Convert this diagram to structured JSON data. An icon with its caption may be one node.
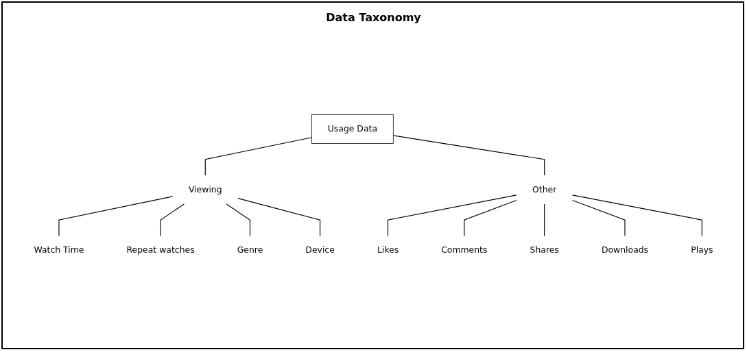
{
  "diagram": {
    "title": "Data Taxonomy",
    "nodes": [
      {
        "text": [
          "Usage Data"
        ]
      },
      {
        "text": [
          "Viewing"
        ]
      },
      {
        "text": [
          "Other"
        ]
      },
      {
        "text": [
          "Watch Time"
        ]
      },
      {
        "text": [
          "Repeat watches"
        ]
      },
      {
        "text": [
          "Genre"
        ]
      },
      {
        "text": [
          "Device"
        ]
      },
      {
        "text": [
          "Likes"
        ]
      },
      {
        "text": [
          "Comments"
        ]
      },
      {
        "text": [
          "Shares"
        ]
      },
      {
        "text": [
          "Downloads"
        ]
      },
      {
        "text": [
          "Plays"
        ]
      }
    ],
    "edges": [
      {
        "from": 0,
        "to": 1,
        "arrow": "none"
      },
      {
        "from": 0,
        "to": 2,
        "arrow": "none"
      },
      {
        "from": 1,
        "to": 3,
        "arrow": "none"
      },
      {
        "from": 1,
        "to": 4,
        "arrow": "none"
      },
      {
        "from": 1,
        "to": 5,
        "arrow": "none"
      },
      {
        "from": 1,
        "to": 6,
        "arrow": "none"
      },
      {
        "from": 2,
        "to": 7,
        "arrow": "none"
      },
      {
        "from": 2,
        "to": 8,
        "arrow": "none"
      },
      {
        "from": 2,
        "to": 9,
        "arrow": "none"
      },
      {
        "from": 2,
        "to": 10,
        "arrow": "none"
      },
      {
        "from": 2,
        "to": 11,
        "arrow": "none"
      }
    ]
  }
}
